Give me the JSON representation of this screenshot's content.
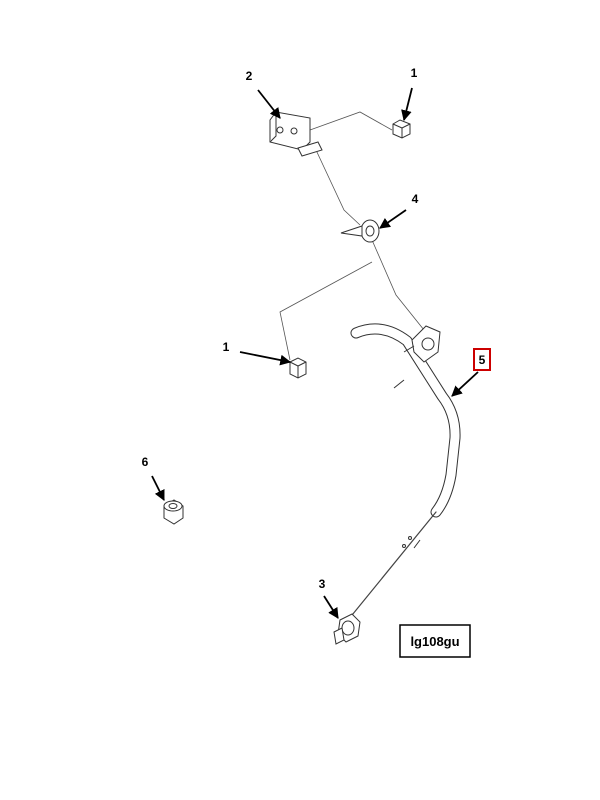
{
  "diagram": {
    "callouts": {
      "bolt_top": "1",
      "bracket": "2",
      "clip": "4",
      "bolt_left": "1",
      "hose": "5",
      "fitting": "3",
      "nut": "6"
    },
    "highlighted_callout": "5",
    "highlight_color": "#cc0000",
    "figure_id": "lg108gu"
  }
}
